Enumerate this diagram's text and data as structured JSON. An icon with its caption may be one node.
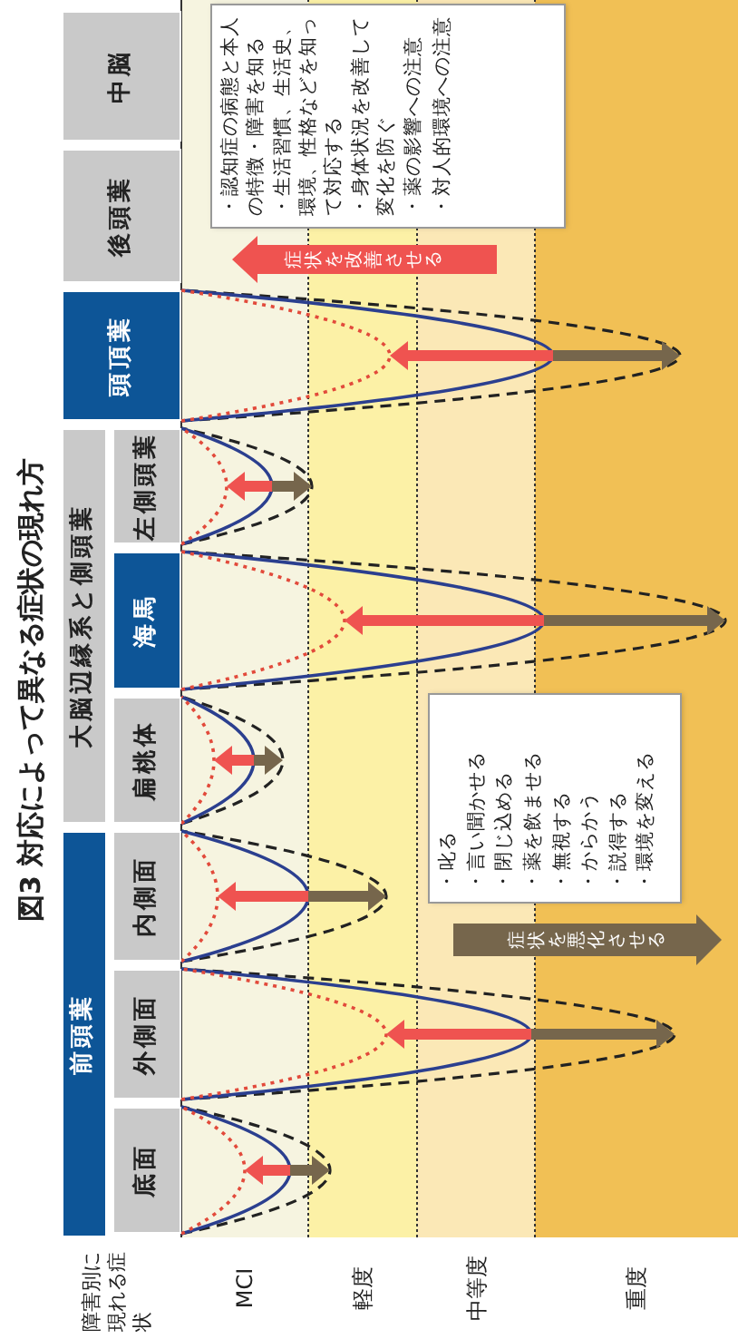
{
  "diagram": {
    "title": "図3 対応によって異なる症状の現れ方",
    "nodes": [
      {
        "text": [
          "前頭葉"
        ]
      },
      {
        "text": [
          "大脳辺縁系と側頭葉"
        ]
      },
      {
        "text": [
          "底面"
        ]
      },
      {
        "text": [
          "外側面"
        ]
      },
      {
        "text": [
          "内側面"
        ]
      },
      {
        "text": [
          "扁桃体"
        ]
      },
      {
        "text": [
          "海馬"
        ]
      },
      {
        "text": [
          "左側頭葉"
        ]
      },
      {
        "text": [
          "頭頂葉"
        ]
      },
      {
        "text": [
          "後頭葉"
        ]
      },
      {
        "text": [
          "中脳"
        ]
      },
      {
        "text": [
          "・認知症の病態と本人の特徴・障害を知る",
          "・生活習慣、生活史、環境、性格などを知って対応する",
          "・身体状況を改善して変化を防ぐ",
          "・薬の影響への注意",
          "・対人的環境への注意"
        ]
      },
      {
        "text": [
          "・叱る",
          "・言い聞かせる",
          "・閉じ込める",
          "・薬を飲ませる",
          "・無視する",
          "・からかう",
          "・説得する",
          "・環境を変える"
        ]
      }
    ],
    "labels": [
      "障害別に現れる症状",
      "MCI",
      "軽度",
      "中等度",
      "重度",
      "症状を改善させる",
      "症状を悪化させる"
    ]
  }
}
